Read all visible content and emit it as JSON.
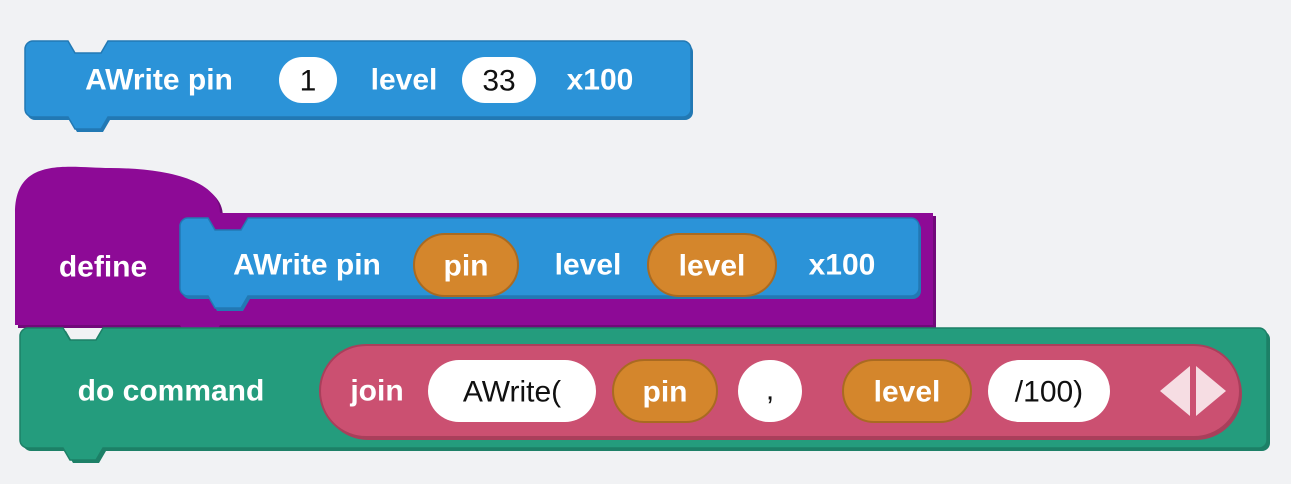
{
  "workspace": {
    "background_color": "#f1f2f4",
    "name": "blockly-workspace"
  },
  "palette": {
    "blue": "#2b93d8",
    "blue_dark": "#2279b4",
    "purple": "#8d0a96",
    "purple_dark": "#71097a",
    "teal": "#249c7d",
    "teal_dark": "#1d8067",
    "pink": "#cb5071",
    "pink_dark": "#a93f5b",
    "orange": "#d4862c",
    "orange_dark": "#a96a21",
    "field_white": "#ffffff",
    "text_light": "#ffffff",
    "text_dark": "#101010",
    "arrow_fill": "#f6dde3"
  },
  "blocks": {
    "call_block": {
      "name": "awrite-call-block",
      "type": "statement",
      "color": "#2b93d8",
      "parts": [
        {
          "kind": "label",
          "text": "AWrite pin"
        },
        {
          "kind": "field",
          "text": "1",
          "shape": "round",
          "style": "white"
        },
        {
          "kind": "label",
          "text": "level"
        },
        {
          "kind": "field",
          "text": "33",
          "shape": "round",
          "style": "white"
        },
        {
          "kind": "label",
          "text": "x100"
        }
      ]
    },
    "define_block": {
      "name": "define-hat-block",
      "type": "hat",
      "color": "#8d0a96",
      "label": "define",
      "prototype": {
        "name": "awrite-prototype-block",
        "color": "#2b93d8",
        "parts": [
          {
            "kind": "label",
            "text": "AWrite pin"
          },
          {
            "kind": "field",
            "text": "pin",
            "shape": "round",
            "style": "orange"
          },
          {
            "kind": "label",
            "text": "level"
          },
          {
            "kind": "field",
            "text": "level",
            "shape": "round",
            "style": "orange"
          },
          {
            "kind": "label",
            "text": "x100"
          }
        ]
      }
    },
    "do_command_block": {
      "name": "do-command-block",
      "type": "statement",
      "color": "#249c7d",
      "label": "do command",
      "join_block": {
        "name": "join-reporter-block",
        "color": "#cb5071",
        "label": "join",
        "parts": [
          {
            "kind": "field",
            "text": "AWrite(",
            "shape": "round",
            "style": "white"
          },
          {
            "kind": "field",
            "text": "pin",
            "shape": "round",
            "style": "orange"
          },
          {
            "kind": "field",
            "text": ",",
            "shape": "round",
            "style": "white"
          },
          {
            "kind": "field",
            "text": "level",
            "shape": "round",
            "style": "orange"
          },
          {
            "kind": "field",
            "text": "/100)",
            "shape": "round",
            "style": "white"
          }
        ],
        "mutator": {
          "name": "join-mutator-arrows",
          "left_icon": "triangle-left-icon",
          "right_icon": "triangle-right-icon"
        }
      }
    }
  }
}
